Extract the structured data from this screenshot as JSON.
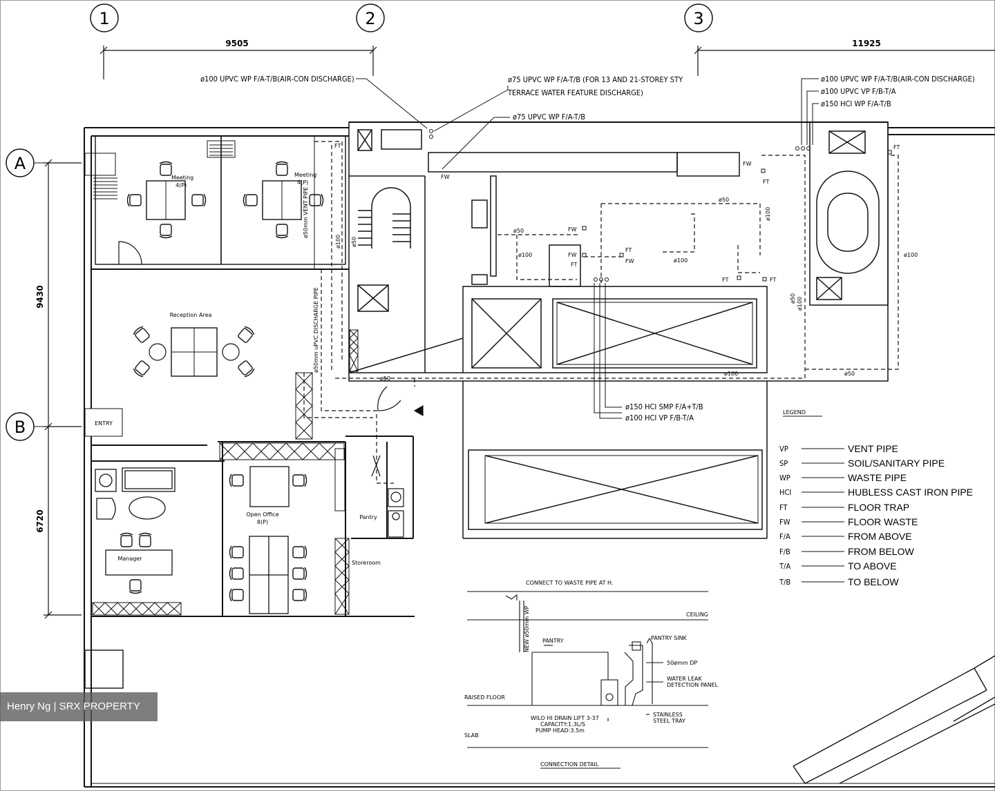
{
  "grid": {
    "columns": [
      "1",
      "2",
      "3"
    ],
    "rows": [
      "A",
      "B"
    ],
    "dims_top": [
      "9505",
      "11925"
    ],
    "dims_left": [
      "9430",
      "6720"
    ]
  },
  "callouts": {
    "c1": "ø100 UPVC WP F/A-T/B(AIR-CON DISCHARGE)",
    "c2a": "ø75  UPVC WP F/A-T/B (FOR 13 AND 21-STOREY STY",
    "c2b": "TERRACE WATER FEATURE DISCHARGE)",
    "c3": "ø75 UPVC WP F/A-T/B",
    "c4": "ø100 UPVC WP F/A-T/B(AIR-CON DISCHARGE)",
    "c5": "ø100 UPVC VP F/B-T/A",
    "c6": "ø150 HCI WP F/A-T/B",
    "c7": "ø150 HCI SMP F/A+T/B",
    "c8": "ø100 HCI VP F/B-T/A"
  },
  "rooms": {
    "meeting1": "Meeting",
    "meeting1_cap": "4(P)",
    "meeting2": "Meeting",
    "meeting2_cap": "4(P)",
    "reception": "Reception Area",
    "open_office": "Open Office",
    "open_office_cap": "8(P)",
    "manager": "Manager",
    "pantry": "Pantry",
    "storeroom": "Storeroom",
    "entry": "ENTRY"
  },
  "pipe_labels": {
    "vent": "ø50mm VENT PIPE",
    "discharge": "ø50mm uPVC DISCHARGE PIPE",
    "fw": "FW",
    "ft": "FT",
    "d50": "ø50",
    "d100": "ø100"
  },
  "legend": {
    "title": "LEGEND",
    "items": [
      {
        "code": "VP",
        "desc": "VENT PIPE"
      },
      {
        "code": "SP",
        "desc": "SOIL/SANITARY PIPE"
      },
      {
        "code": "WP",
        "desc": "WASTE PIPE"
      },
      {
        "code": "HCI",
        "desc": "HUBLESS CAST IRON PIPE"
      },
      {
        "code": "FT",
        "desc": "FLOOR TRAP"
      },
      {
        "code": "FW",
        "desc": "FLOOR WASTE"
      },
      {
        "code": "F/A",
        "desc": "FROM ABOVE"
      },
      {
        "code": "F/B",
        "desc": "FROM BELOW"
      },
      {
        "code": "T/A",
        "desc": "TO ABOVE"
      },
      {
        "code": "T/B",
        "desc": "TO BELOW"
      }
    ]
  },
  "detail": {
    "title": "CONNECTION DETAIL",
    "connect": "CONNECT TO WASTE PIPE AT H.",
    "new_pipe": "NEW ø50mm WP",
    "ceiling": "CEILING",
    "raised_floor": "RAISED FLOOR",
    "slab": "SLAB",
    "pantry_sink": "PANTRY SINK",
    "pantry": "PANTRY",
    "dp": "50ømm DP",
    "leak1": "WATER LEAK",
    "leak2": "DETECTION PANEL",
    "tray1": "STAINLESS",
    "tray2": "STEEL TRAY",
    "pump1": "WILO HI DRAIN LIFT 3-37",
    "pump2": "CAPACITY:1.3L/S",
    "pump3": "PUMP HEAD:3.5m"
  },
  "watermark": "Henry Ng | SRX PROPERTY"
}
